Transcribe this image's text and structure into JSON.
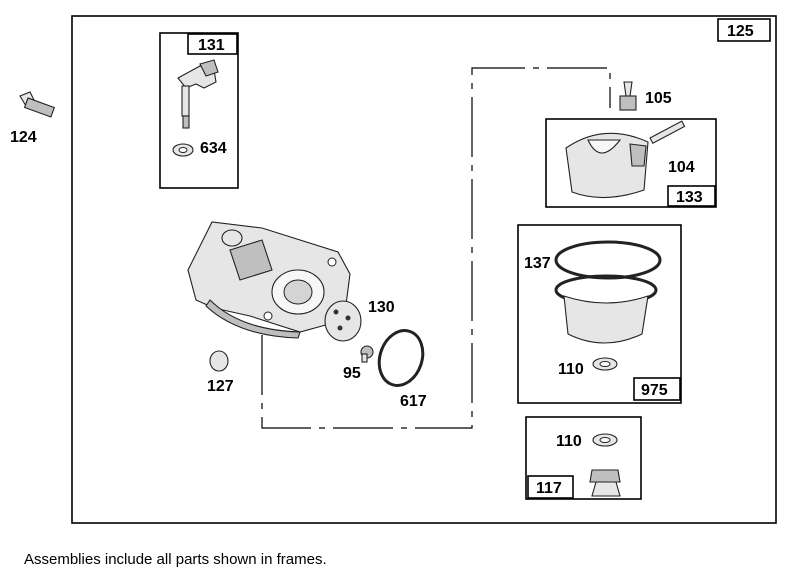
{
  "parts": {
    "p125": "125",
    "p131": "131",
    "p124": "124",
    "p634": "634",
    "p105": "105",
    "p104": "104",
    "p133": "133",
    "p137": "137",
    "p110a": "110",
    "p975": "975",
    "p110b": "110",
    "p117": "117",
    "p130": "130",
    "p95": "95",
    "p617": "617",
    "p127": "127"
  },
  "footer": {
    "note": "Assemblies include all parts shown in frames."
  }
}
